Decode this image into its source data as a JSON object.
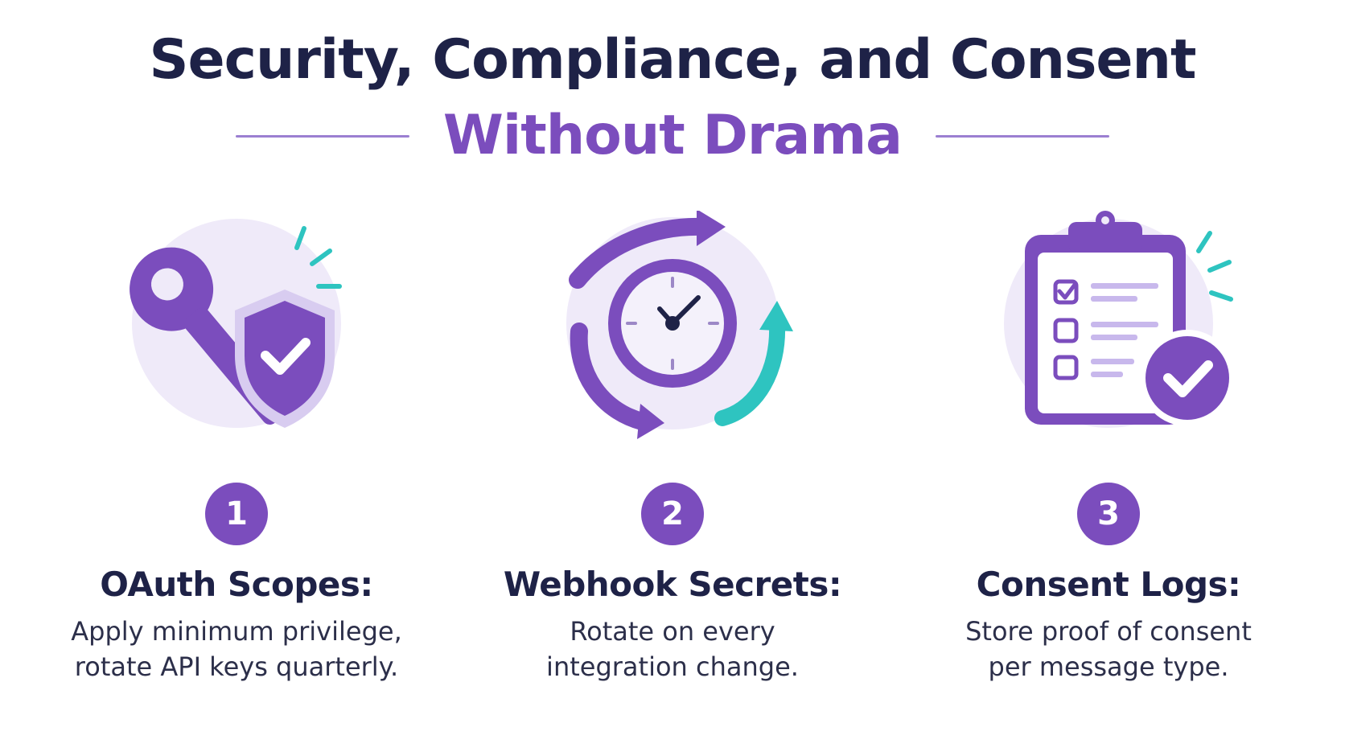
{
  "header": {
    "title_line1": "Security, Compliance, and Consent",
    "title_line2": "Without Drama"
  },
  "colors": {
    "navy": "#1e2247",
    "purple": "#7b4dbd",
    "light_purple": "#efeaf9",
    "teal": "#2ec4c0"
  },
  "steps": [
    {
      "number": "1",
      "icon": "key-shield-icon",
      "title": "OAuth Scopes:",
      "desc_line1": "Apply minimum privilege,",
      "desc_line2": "rotate API keys quarterly."
    },
    {
      "number": "2",
      "icon": "clock-rotation-icon",
      "title": "Webhook Secrets:",
      "desc_line1": "Rotate on every",
      "desc_line2": "integration change."
    },
    {
      "number": "3",
      "icon": "clipboard-check-icon",
      "title": "Consent Logs:",
      "desc_line1": "Store proof of consent",
      "desc_line2": "per message type."
    }
  ]
}
